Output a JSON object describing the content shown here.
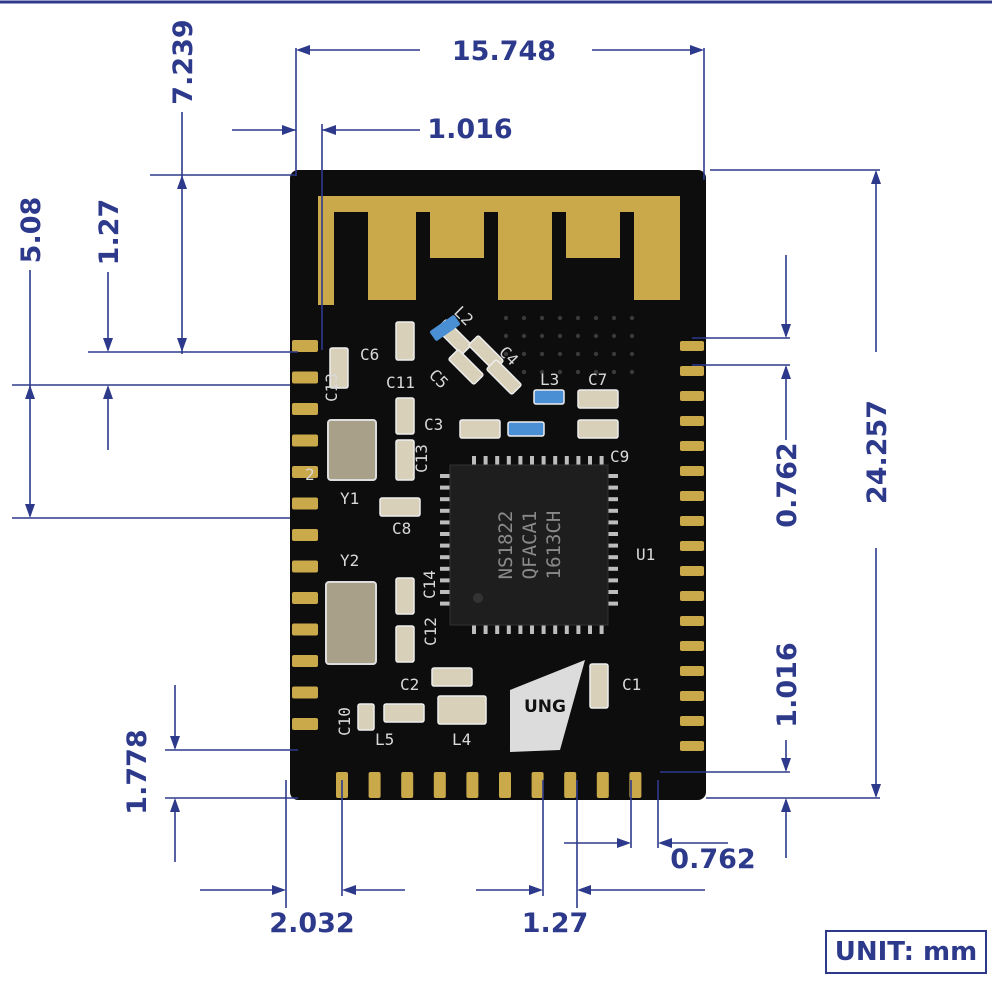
{
  "dimensions": {
    "top_width": "15.748",
    "top_offset": "7.239",
    "antenna_offset": "1.016",
    "left_span": "5.08",
    "left_pitch": "1.27",
    "right_pitch": "0.762",
    "total_height": "24.257",
    "right_bottom": "1.016",
    "left_bottom": "1.778",
    "bottom_left": "2.032",
    "bottom_pitch": "1.27",
    "bottom_right": "0.762"
  },
  "unit_label": "UNIT: mm",
  "silkscreen": {
    "chip_lines": [
      "NS1822",
      "QFACA1",
      "1613CH"
    ],
    "logo": "UNG",
    "refs": {
      "c6": "C6",
      "c13": "C13",
      "c11": "C11",
      "c3": "C3",
      "c13b": "C13",
      "c8": "C8",
      "y1": "Y1",
      "y2": "Y2",
      "c14": "C14",
      "c12": "C12",
      "c2": "C2",
      "c10": "C10",
      "l5": "L5",
      "l4": "L4",
      "c1": "C1",
      "l2": "L2",
      "c5": "C5",
      "c4": "C4",
      "l3": "L3",
      "c7": "C7",
      "c9": "C9",
      "u1": "U1",
      "pin2": "2"
    }
  },
  "colors": {
    "dimension": "#2d3a8c",
    "board": "#0d0d0d",
    "gold": "#c9a94a",
    "silkscreen": "#d9d9d9"
  }
}
